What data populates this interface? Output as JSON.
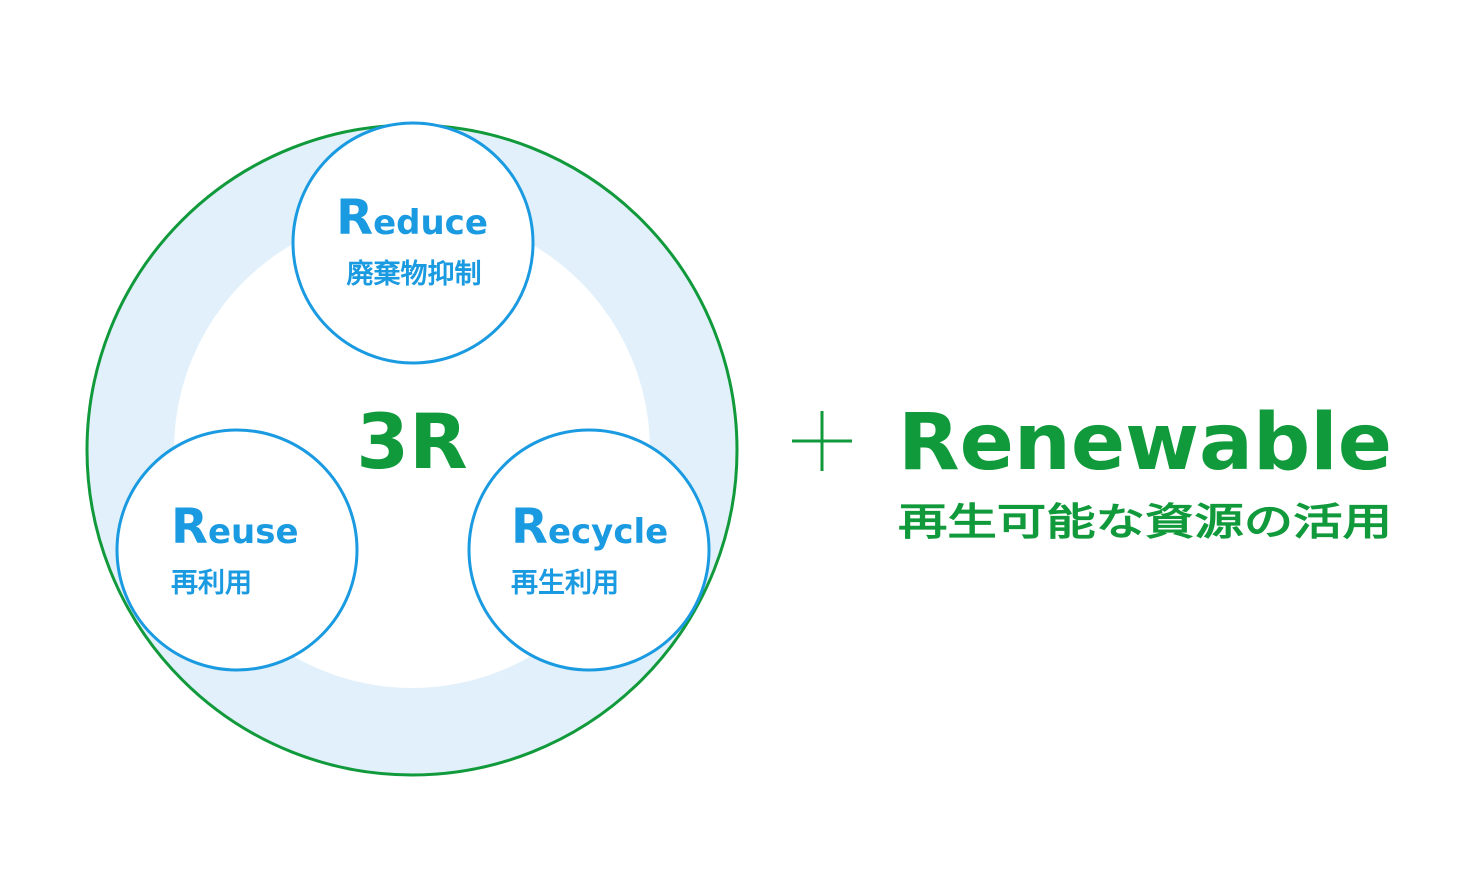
{
  "colors": {
    "green": "#119a3b",
    "blue": "#1a9ae0",
    "ring_fill": "#e1f0fa",
    "background": "#ffffff"
  },
  "center_label": "3R",
  "circles": {
    "reduce": {
      "initial": "R",
      "rest": "educe",
      "jp": "廃棄物抑制"
    },
    "reuse": {
      "initial": "R",
      "rest": "euse",
      "jp": "再利用"
    },
    "recycle": {
      "initial": "R",
      "rest": "ecycle",
      "jp": "再生利用"
    }
  },
  "plus_symbol": "＋",
  "renewable": {
    "title": "Renewable",
    "subtitle": "再生可能な資源の活用"
  }
}
